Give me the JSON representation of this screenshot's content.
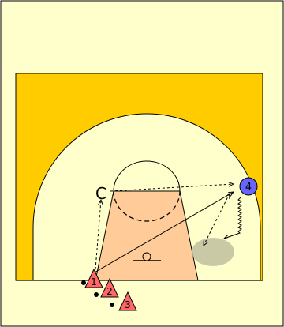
{
  "colors": {
    "background": "#ffffcc",
    "outer_court": "#ffcc00",
    "three_point_area": "#ffffcc",
    "paint": "#ffcc99",
    "triangle_fill": "#ff6666",
    "player_circle_fill": "#6666ff",
    "shadow_area": "#bfbf9f",
    "line": "#000000"
  },
  "coach": {
    "label": "C"
  },
  "triangles": [
    {
      "label": "1",
      "icon": "triangle-marker"
    },
    {
      "label": "2",
      "icon": "triangle-marker"
    },
    {
      "label": "3",
      "icon": "triangle-marker"
    }
  ],
  "player_circle": {
    "label": "4",
    "icon": "circle-marker"
  },
  "balls": {
    "count": 3,
    "icon": "ball-dot"
  }
}
